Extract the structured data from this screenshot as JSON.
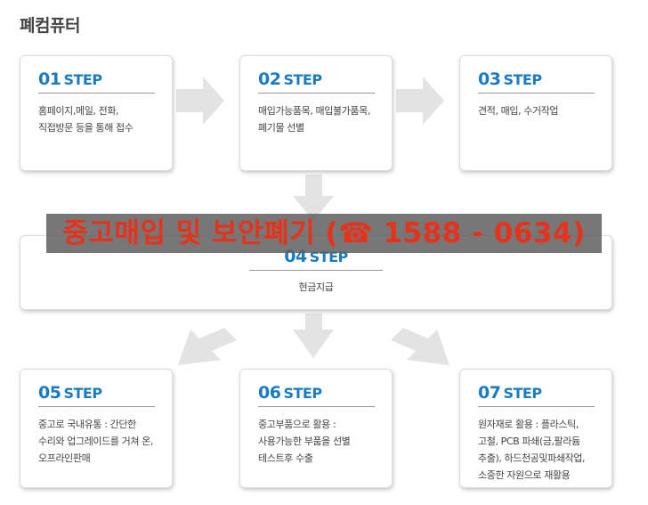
{
  "title": "폐컴퓨터",
  "colors": {
    "step_blue": "#1a7bc0",
    "arrow_gray": "#e3e3e3",
    "banner_red": "#e8311a",
    "banner_bg": "#5f5f5f"
  },
  "steps": [
    {
      "num": "01",
      "label": "STEP",
      "desc": "홈페이지,메일, 전화,\n직접방문 등을 통해 접수"
    },
    {
      "num": "02",
      "label": "STEP",
      "desc": "매입가능품목, 매입불가품목,\n폐기물 선별"
    },
    {
      "num": "03",
      "label": "STEP",
      "desc": "견적, 매입, 수거작업"
    },
    {
      "num": "04",
      "label": "STEP",
      "desc": "현금지급"
    },
    {
      "num": "05",
      "label": "STEP",
      "desc": "중고로 국내유통 : 간단한\n수리와 업그레이드를 거쳐 온,\n오프라인판매"
    },
    {
      "num": "06",
      "label": "STEP",
      "desc": "중고부품으로 활용 :\n사용가능한 부품을 선별\n테스트후 수출"
    },
    {
      "num": "07",
      "label": "STEP",
      "desc": "원자재로 활용 : 플라스틱,\n고철, PCB 파쇄(금,팔라듐\n추출), 하드천공및파쇄작업,\n소중한 자원으로 재활용"
    }
  ],
  "banner": {
    "text": "중고매입 및 보안폐기 (☎ 1588 - 0634)"
  }
}
